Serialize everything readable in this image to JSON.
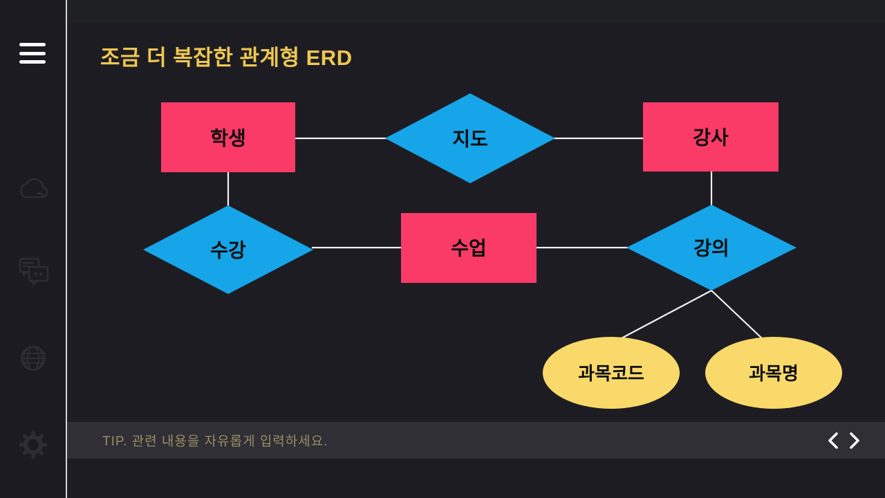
{
  "header": {
    "title": "조금 더 복잡한 관계형 ERD"
  },
  "sidebar": {
    "icons": [
      {
        "name": "hamburger-menu"
      },
      {
        "name": "cloud"
      },
      {
        "name": "chat-bubbles"
      },
      {
        "name": "globe"
      },
      {
        "name": "settings-gear"
      }
    ]
  },
  "diagram": {
    "type": "entity-relationship-diagram",
    "nodes": [
      {
        "id": "student",
        "shape": "rectangle",
        "role": "entity",
        "label": "학생"
      },
      {
        "id": "advises",
        "shape": "diamond",
        "role": "relationship",
        "label": "지도"
      },
      {
        "id": "instructor",
        "shape": "rectangle",
        "role": "entity",
        "label": "강사"
      },
      {
        "id": "enrolls",
        "shape": "diamond",
        "role": "relationship",
        "label": "수강"
      },
      {
        "id": "class",
        "shape": "rectangle",
        "role": "entity",
        "label": "수업"
      },
      {
        "id": "lectures",
        "shape": "diamond",
        "role": "relationship",
        "label": "강의"
      },
      {
        "id": "course-code",
        "shape": "ellipse",
        "role": "attribute",
        "label": "과목코드"
      },
      {
        "id": "course-name",
        "shape": "ellipse",
        "role": "attribute",
        "label": "과목명"
      }
    ],
    "edges": [
      [
        "학생",
        "지도"
      ],
      [
        "지도",
        "강사"
      ],
      [
        "학생",
        "수강"
      ],
      [
        "강사",
        "강의"
      ],
      [
        "수강",
        "수업"
      ],
      [
        "수업",
        "강의"
      ],
      [
        "강의",
        "과목코드"
      ],
      [
        "강의",
        "과목명"
      ]
    ]
  },
  "footer": {
    "tip": "TIP. 관련 내용을 자유롭게 입력하세요.",
    "nav_icons": [
      "chevron-left",
      "chevron-right"
    ]
  },
  "colors": {
    "background": "#1e1c23",
    "entity": "#fa3b68",
    "relationship": "#15a5e8",
    "attribute": "#f9d969",
    "connector": "#f5f3f4",
    "title": "#eec851",
    "tip_text": "#978d62",
    "tip_bar": "#302f36",
    "sidebar_icon": "#2e2d34"
  }
}
